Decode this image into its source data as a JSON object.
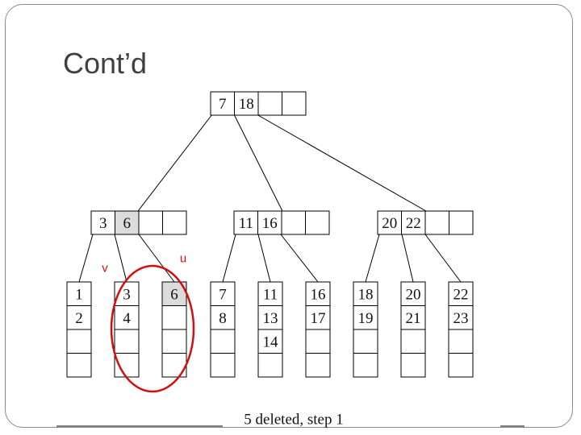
{
  "title": "Cont’d",
  "caption": "5 deleted, step 1",
  "labels": {
    "v": "v",
    "u": "u"
  },
  "colors": {
    "highlight": "#dcdcdc",
    "circle": "#d01010",
    "label": "#d01010"
  },
  "root": {
    "keys": [
      "7",
      "18",
      "",
      ""
    ]
  },
  "internal": [
    {
      "keys": [
        "3",
        "6",
        "",
        ""
      ],
      "highlight": [
        1
      ]
    },
    {
      "keys": [
        "11",
        "16",
        "",
        ""
      ],
      "highlight": []
    },
    {
      "keys": [
        "20",
        "22",
        "",
        ""
      ],
      "highlight": []
    }
  ],
  "leaves": [
    {
      "keys": [
        "1",
        "2",
        "",
        ""
      ],
      "highlight": []
    },
    {
      "keys": [
        "3",
        "4",
        "",
        ""
      ],
      "highlight": []
    },
    {
      "keys": [
        "6",
        "",
        "",
        ""
      ],
      "highlight": [
        0
      ]
    },
    {
      "keys": [
        "7",
        "8",
        "",
        ""
      ],
      "highlight": []
    },
    {
      "keys": [
        "11",
        "13",
        "14",
        ""
      ],
      "highlight": []
    },
    {
      "keys": [
        "16",
        "17",
        "",
        ""
      ],
      "highlight": []
    },
    {
      "keys": [
        "18",
        "19",
        "",
        ""
      ],
      "highlight": []
    },
    {
      "keys": [
        "20",
        "21",
        "",
        ""
      ],
      "highlight": []
    },
    {
      "keys": [
        "22",
        "23",
        "",
        ""
      ],
      "highlight": []
    }
  ]
}
